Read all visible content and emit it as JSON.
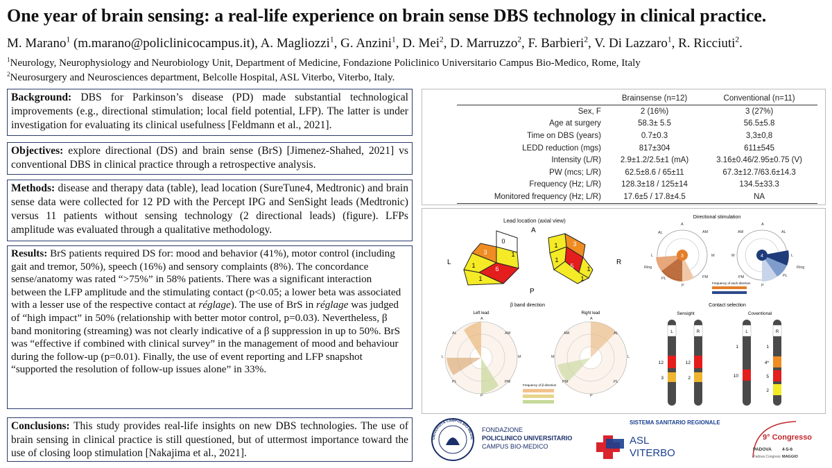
{
  "title": "One year of brain sensing: a real-life experience on brain sense DBS technology in clinical practice.",
  "authors": [
    {
      "name": "M. Marano",
      "sup": "1",
      "after": " (m.marano@policlinicocampus.it), "
    },
    {
      "name": "A. Magliozzi",
      "sup": "1",
      "after": ", "
    },
    {
      "name": "G. Anzini",
      "sup": "1",
      "after": ", "
    },
    {
      "name": "D. Mei",
      "sup": "2",
      "after": ", "
    },
    {
      "name": "D. Marruzzo",
      "sup": "2",
      "after": ", "
    },
    {
      "name": "F. Barbieri",
      "sup": "2",
      "after": ", "
    },
    {
      "name": "V. Di Lazzaro",
      "sup": "1",
      "after": ", "
    },
    {
      "name": "R. Ricciuti",
      "sup": "2",
      "after": "."
    }
  ],
  "affiliations": {
    "a1_num": "1",
    "a1": "Neurology, Neurophysiology and Neurobiology Unit, Department of Medicine, Fondazione Policlinico Universitario Campus Bio-Medico, Rome, Italy",
    "a2_num": "2",
    "a2": "Neurosurgery and Neurosciences department, Belcolle Hospital, ASL Viterbo, Viterbo, Italy."
  },
  "background": {
    "heading": "Background:",
    "text": " DBS for Parkinson’s disease (PD) made substantial technological improvements (e.g., directional stimulation; local field potential, LFP). The latter is under investigation for evaluating its clinical usefulness [Feldmann et al., 2021]."
  },
  "objectives": {
    "heading": "Objectives:",
    "text": " explore directional (DS) and brain sense (BrS) [Jimenez-Shahed, 2021] vs conventional DBS in clinical practice through a retrospective analysis."
  },
  "methods": {
    "heading": "Methods:",
    "text": " disease and therapy data (table), lead location (SureTune4, Medtronic) and brain sense data were collected for 12 PD with the Percept IPG and SenSight leads (Medtronic) versus 11 patients without sensing technology (2 directional leads) (figure). LFPs amplitude was evaluated through a qualitative methodology."
  },
  "results": {
    "heading": "Results:",
    "p1": " BrS patients required DS for: mood and behavior (41%), motor control (including gait and tremor, 50%), speech (16%) and sensory complaints (8%). The concordance sense/anatomy was rated “>75%” in 58% patients. There was a significant interaction between the LFP amplitude and the stimulating contact (p<0.05; a lower beta was associated with a lesser use of the respective contact at ",
    "i1": "réglage",
    "p2": "). The use of BrS in ",
    "i2": "réglage",
    "p3": " was judged of “high impact” in 50% (relationship with better motor control, p=0.03). Nevertheless, β band monitoring (streaming) was not clearly indicative of a β suppression in up to 50%. BrS was “effective if combined with clinical survey” in the management of mood and behaviour during the follow-up (p=0.01). Finally, the use of event reporting and LFP snapshot “supported the resolution of follow-up issues alone” in 33%."
  },
  "conclusions": {
    "heading": "Conclusions:",
    "text": " This study provides real-life insights on new DBS technologies. The use of brain sensing in clinical practice is still questioned, but of uttermost importance toward the use of closing loop stimulation [Nakajima et al., 2021]."
  },
  "table": {
    "headers": [
      "",
      "Brainsense (n=12)",
      "Conventional (n=11)"
    ],
    "rows": [
      [
        "Sex, F",
        "2 (16%)",
        "3 (27%)"
      ],
      [
        "Age at surgery",
        "58.3± 5.5",
        "56.5±5.8"
      ],
      [
        "Time on DBS (years)",
        "0.7±0.3",
        "3,3±0,8"
      ],
      [
        "LEDD reduction (mgs)",
        "817±304",
        "611±545"
      ],
      [
        "Intensity (L/R)",
        "2.9±1.2/2.5±1 (mA)",
        "3.16±0.46/2.95±0.75 (V)"
      ],
      [
        "PW (mcs; L/R)",
        "62.5±8.6 / 65±11",
        "67.3±12.7/63.6±14.3"
      ],
      [
        "Frequency (Hz; L/R)",
        "128.3±18 / 125±14",
        "134.5±33.3"
      ],
      [
        "Monitored frequency (Hz; L/R)",
        "17.6±5 / 17.8±4.5",
        "NA"
      ]
    ]
  },
  "figure": {
    "lead_title": "Lead location (axial view)",
    "dir_A": "A",
    "dir_P": "P",
    "dir_L": "L",
    "dir_R": "R",
    "left_lead_values": [
      "0",
      "3",
      "1",
      "1",
      "6",
      "1"
    ],
    "right_lead_values": [
      "1",
      "3",
      "1",
      "5",
      "1",
      "1"
    ],
    "ds_title": "Directional stimulation",
    "ds_labels": [
      "A",
      "AM",
      "AL",
      "L",
      "M",
      "Ring",
      "PL",
      "P",
      "PM"
    ],
    "ds_center_left": "3",
    "ds_center_right": "4",
    "ds_legend_title": "Frequency of each direction",
    "beta_title": "β band direction",
    "beta_left": "Left lead",
    "beta_right": "Right lead",
    "beta_legend_title": "Frequency of β direction",
    "cs_title": "Contact selection",
    "cs_sensight": "Sensight",
    "cs_conv": "Coventional",
    "cs_L": "L",
    "cs_R": "R",
    "cs_sens_left": [
      "12",
      "3"
    ],
    "cs_sens_right": [
      "12",
      "2"
    ],
    "cs_conv_left": [
      "1",
      "10"
    ],
    "cs_conv_right": [
      "1",
      "4*",
      "5",
      "2"
    ]
  },
  "logos": {
    "campus_ring": "UNIVERSITÀ CAMPUS BIO-MEDICO DI ROMA",
    "fond1": "FONDAZIONE",
    "fond2": "POLICLINICO UNIVERSITARIO",
    "fond3": "CAMPUS BIO-MEDICO",
    "ssr": "SISTEMA SANITARIO REGIONALE",
    "asl1": "ASL",
    "asl2": "VITERBO",
    "congress": "9° Congresso",
    "padova": "PADOVA",
    "dates": "4-5-6",
    "maggio": "MAGGIO",
    "congress_venue": "Padova Congress"
  },
  "colors": {
    "border": "#2b3a6b",
    "asl_blue": "#1a3f8f",
    "asl_red": "#d9232d",
    "lead_yellow": "#f4ea26",
    "lead_orange": "#ef8c22",
    "lead_red": "#e41d1d"
  }
}
